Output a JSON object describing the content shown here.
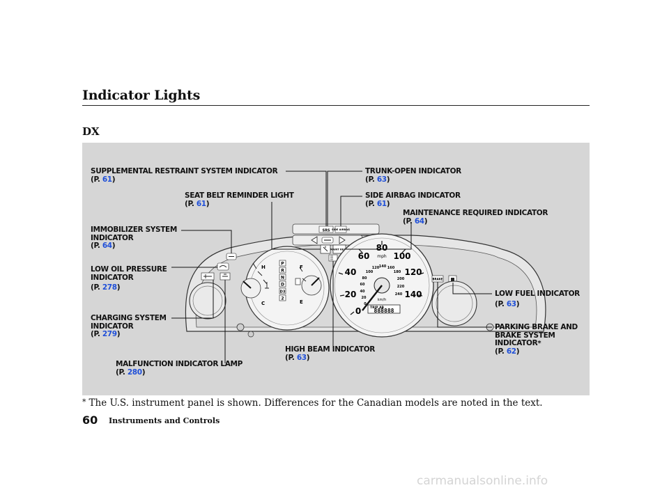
{
  "header": {
    "title": "Indicator Lights",
    "variant": "DX"
  },
  "labels": {
    "srs": {
      "name": "SUPPLEMENTAL RESTRAINT SYSTEM INDICATOR",
      "page": "61"
    },
    "seatbelt": {
      "name": "SEAT BELT REMINDER LIGHT",
      "page": "61"
    },
    "immobilizer": {
      "line1": "IMMOBILIZER SYSTEM",
      "line2": "INDICATOR",
      "page": "64"
    },
    "oil": {
      "line1": "LOW OIL PRESSURE",
      "line2": "INDICATOR",
      "page": "278"
    },
    "charging": {
      "line1": "CHARGING SYSTEM",
      "line2": "INDICATOR",
      "page": "279"
    },
    "mil": {
      "name": "MALFUNCTION INDICATOR LAMP",
      "page": "280"
    },
    "trunk": {
      "name": "TRUNK-OPEN INDICATOR",
      "page": "63"
    },
    "side_airbag": {
      "name": "SIDE AIRBAG INDICATOR",
      "page": "61"
    },
    "maintenance": {
      "name": "MAINTENANCE REQUIRED INDICATOR",
      "page": "64"
    },
    "low_fuel": {
      "name": "LOW FUEL INDICATOR",
      "page": "63"
    },
    "parking_brake": {
      "line1": "PARKING BRAKE AND",
      "line2": "BRAKE SYSTEM",
      "line3": "INDICATOR",
      "marker": "*",
      "page": "62"
    },
    "high_beam": {
      "name": "HIGH BEAM INDICATOR",
      "page": "63"
    },
    "page_prefix": "(P.",
    "page_suffix": ")"
  },
  "cluster": {
    "speed_mph": [
      "0",
      "20",
      "40",
      "60",
      "80",
      "100",
      "120",
      "140"
    ],
    "speed_kmh": [
      "0",
      "20",
      "40",
      "60",
      "80",
      "100",
      "120",
      "140",
      "160",
      "180",
      "200",
      "220",
      "240"
    ],
    "mph_unit": "mph",
    "kmh_unit": "km/h",
    "odometer_label": "TRIP AB",
    "odometer_digits": "888888",
    "gear_positions": [
      "P",
      "R",
      "N",
      "D",
      "D3",
      "2"
    ],
    "temp_hot": "H",
    "temp_cold": "C",
    "fuel_full": "F",
    "fuel_empty": "E",
    "srs_text": "SRS",
    "side_airbag_text": "SIDE AIRBAG",
    "maint_text": "MAINT REQ'D",
    "brake_text": "BRAKE"
  },
  "footnote": {
    "marker": "*",
    "text": "The U.S. instrument panel is shown. Differences for the Canadian models are noted in the text."
  },
  "footer": {
    "page_number": "60",
    "section": "Instruments and Controls"
  },
  "watermark": "carmanualsonline.info",
  "colors": {
    "page_ref": "#1f4fd8",
    "panel": "#d6d6d6"
  }
}
